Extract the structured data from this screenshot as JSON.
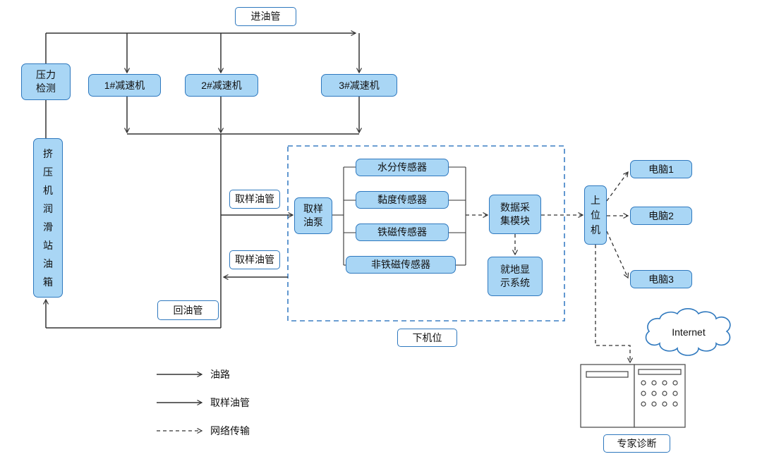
{
  "colors": {
    "node_fill": "#A9D6F5",
    "node_border": "#2E78BE",
    "label_fill": "#FFFFFF",
    "line_color": "#333333",
    "dashed_border": "#3B7FC4",
    "text_color": "#111111"
  },
  "nodes": {
    "inlet_pipe": "进油管",
    "pressure_detection": "压力\n检测",
    "reducer_1": "1#减速机",
    "reducer_2": "2#减速机",
    "reducer_3": "3#减速机",
    "oil_tank": "挤\n压\n机\n润\n滑\n站\n油\n箱",
    "sampling_pipe_label_top": "取样油管",
    "sampling_pipe_label_bottom": "取样油管",
    "return_pipe": "回油管",
    "sampling_pump": "取样\n油泵",
    "moisture_sensor": "水分传感器",
    "viscosity_sensor": "黏度传感器",
    "ferromagnetic_sensor": "铁磁传感器",
    "non_ferromagnetic_sensor": "非铁磁传感器",
    "data_acquisition": "数据采\n集模块",
    "local_display": "就地显\n示系统",
    "lower_machine": "下机位",
    "upper_machine": "上\n位\n机",
    "computer_1": "电脑1",
    "computer_2": "电脑2",
    "computer_3": "电脑3",
    "internet": "Internet",
    "expert_diagnosis": "专家诊断"
  },
  "legend": [
    {
      "style": "solid",
      "label": "油路"
    },
    {
      "style": "solid",
      "label": "取样油管"
    },
    {
      "style": "dashed",
      "label": "网络传输"
    }
  ]
}
